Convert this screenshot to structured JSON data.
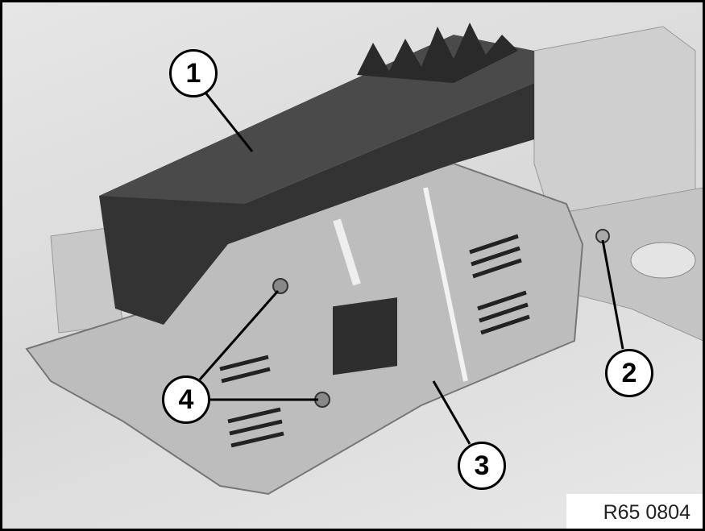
{
  "figure_ref": "R65 0804",
  "callouts": [
    "1",
    "2",
    "3",
    "4"
  ],
  "colors": {
    "module": "#3a3a3a",
    "plate": "#bdbdbd",
    "background": "#e0e0e0"
  }
}
